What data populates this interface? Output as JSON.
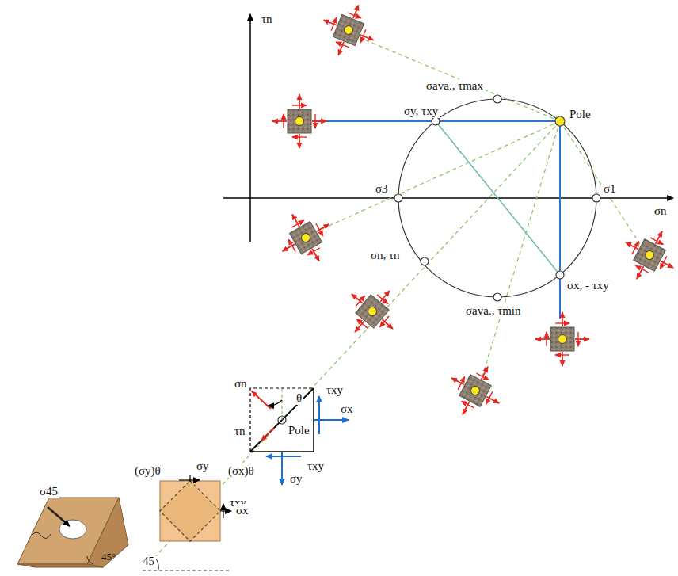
{
  "diagram": {
    "labels": [
      "τn",
      "σn",
      "σava., τmax",
      "Pole",
      "σy, τxy",
      "σ3",
      "σ1",
      "σn, τn",
      "σx, - τxy",
      "σava., τmin",
      "σn",
      "τn",
      "θ",
      "Pole",
      "τxy",
      "σx",
      "τxy",
      "σy",
      "(σy)θ",
      "σy",
      "(σx)θ",
      "τxy",
      "σx",
      "σ45",
      "45°",
      "45"
    ]
  }
}
